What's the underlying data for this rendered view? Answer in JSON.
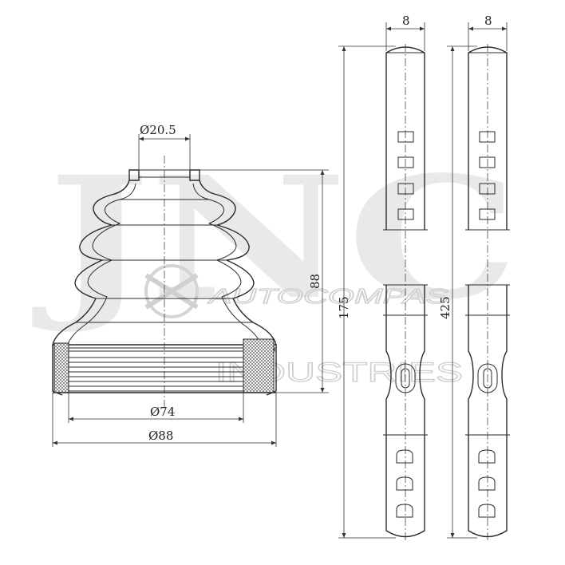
{
  "watermark": {
    "brand": "JNC",
    "line1": "AUTOCOMPAS",
    "line2": "INDUSTRIES"
  },
  "dimensions": {
    "inner_top_diameter": "Ø20.5",
    "boot_height": "88",
    "inner_bottom_diameter": "Ø74",
    "outer_diameter": "Ø88",
    "strap_width_left": "8",
    "strap_width_right": "8",
    "strap_length_left": "175",
    "strap_length_right": "425"
  },
  "colors": {
    "line": "#2a2a2a",
    "hatch": "#555555",
    "watermark": "#e9e9e9"
  }
}
